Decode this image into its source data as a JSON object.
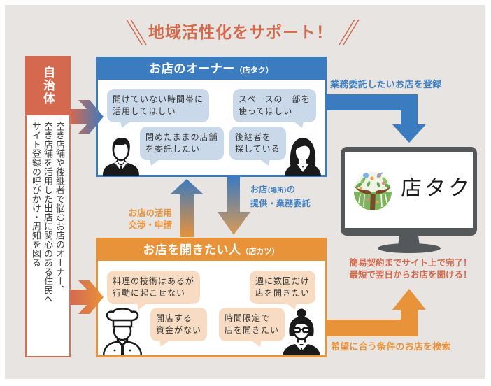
{
  "header": {
    "title": "地域活性化をサポート！"
  },
  "municipality": {
    "label": "自治体",
    "description_lines": [
      "空き店舗や後継者で悩むお店のオーナー、",
      "空き店舗を活用した出店に関心のある住民へ",
      "サイト登録の呼びかけ・周知を図る"
    ]
  },
  "owner": {
    "title": "お店のオーナー",
    "subtitle": "（店タク）",
    "bubbles": [
      {
        "lines": [
          "開けていない時間帯に",
          "活用してほしい"
        ]
      },
      {
        "lines": [
          "スペースの一部を",
          "使ってほしい"
        ]
      },
      {
        "lines": [
          "閉めたままの店舗",
          "を委託したい"
        ]
      },
      {
        "lines": [
          "後継者を",
          "探している"
        ]
      }
    ]
  },
  "shop_seeker": {
    "title": "お店を開きたい人",
    "subtitle": "（店カツ）",
    "bubbles": [
      {
        "lines": [
          "料理の技術はあるが",
          "行動に起こせない"
        ]
      },
      {
        "lines": [
          "週に数回だけ",
          "店を開きたい"
        ]
      },
      {
        "lines": [
          "開店する",
          "資金がない"
        ]
      },
      {
        "lines": [
          "時間限定で",
          "店を開きたい"
        ]
      }
    ]
  },
  "flows": {
    "owner_to_site": "業務委託したいお店を登録",
    "owner_to_seeker": {
      "line1_main": "お店",
      "line1_note": "(場所)",
      "line1_end": "の",
      "line2": "提供・業務委託"
    },
    "seeker_to_owner": [
      "お店の活用",
      "交渉・申請"
    ],
    "seeker_to_site": "希望に合う条件のお店を検索"
  },
  "site": {
    "name": "店タク",
    "benefits": [
      "簡易契約までサイト上で完了！",
      "最短で翌日からお店を開ける！"
    ]
  },
  "icons": {
    "owner_left": "businessman-icon",
    "owner_right": "businesswoman-icon",
    "seeker_left": "chef-icon",
    "seeker_right": "woman-with-glasses-icon",
    "site_device": "monitor-icon",
    "site_logo": "tree-hands-logo-icon"
  },
  "colors": {
    "background": "#e8e4e1",
    "title": "#cf6a4d",
    "municipality": "#d4694f",
    "owner": "#3b7bbf",
    "owner_bubble": "#cad9ea",
    "shop_seeker": "#e8923a",
    "seeker_bubble": "#f7dcc3",
    "monitor": "#54585b"
  }
}
